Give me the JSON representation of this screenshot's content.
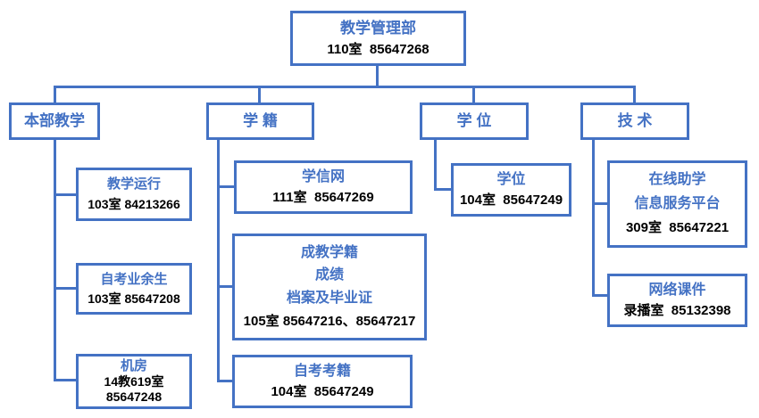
{
  "diagram": {
    "type": "org-chart",
    "colors": {
      "border": "#4472C4",
      "title_text": "#4472C4",
      "info_text": "#000000",
      "background": "#ffffff"
    }
  },
  "nodes": {
    "root": {
      "title": "教学管理部",
      "info": "110室  85647268"
    },
    "benbu_jiaoxue": {
      "title": "本部教学"
    },
    "xueji": {
      "title": "学 籍"
    },
    "xuewei": {
      "title": "学 位"
    },
    "jishu": {
      "title": "技 术"
    },
    "jiaoxue_yunxing": {
      "title": "教学运行",
      "info": "103室 84213266"
    },
    "zikao_yeyusheng": {
      "title": "自考业余生",
      "info": "103室 85647208"
    },
    "jifang": {
      "title": "机房",
      "info1": "14教619室",
      "info2": "85647248"
    },
    "xuexinwang": {
      "title": "学信网",
      "info": "111室  85647269"
    },
    "chengjiao_xueji": {
      "title1": "成教学籍",
      "title2": "成绩",
      "title3": "档案及毕业证",
      "info": "105室 85647216、85647217"
    },
    "zikao_kaoji": {
      "title": "自考考籍",
      "info": "104室  85647249"
    },
    "xuewei_office": {
      "title": "学位",
      "info": "104室  85647249"
    },
    "zaixian_zhuxue": {
      "title1": "在线助学",
      "title2": "信息服务平台",
      "info": "309室  85647221"
    },
    "wangluo_kejian": {
      "title": "网络课件",
      "info": "录播室  85132398"
    }
  }
}
